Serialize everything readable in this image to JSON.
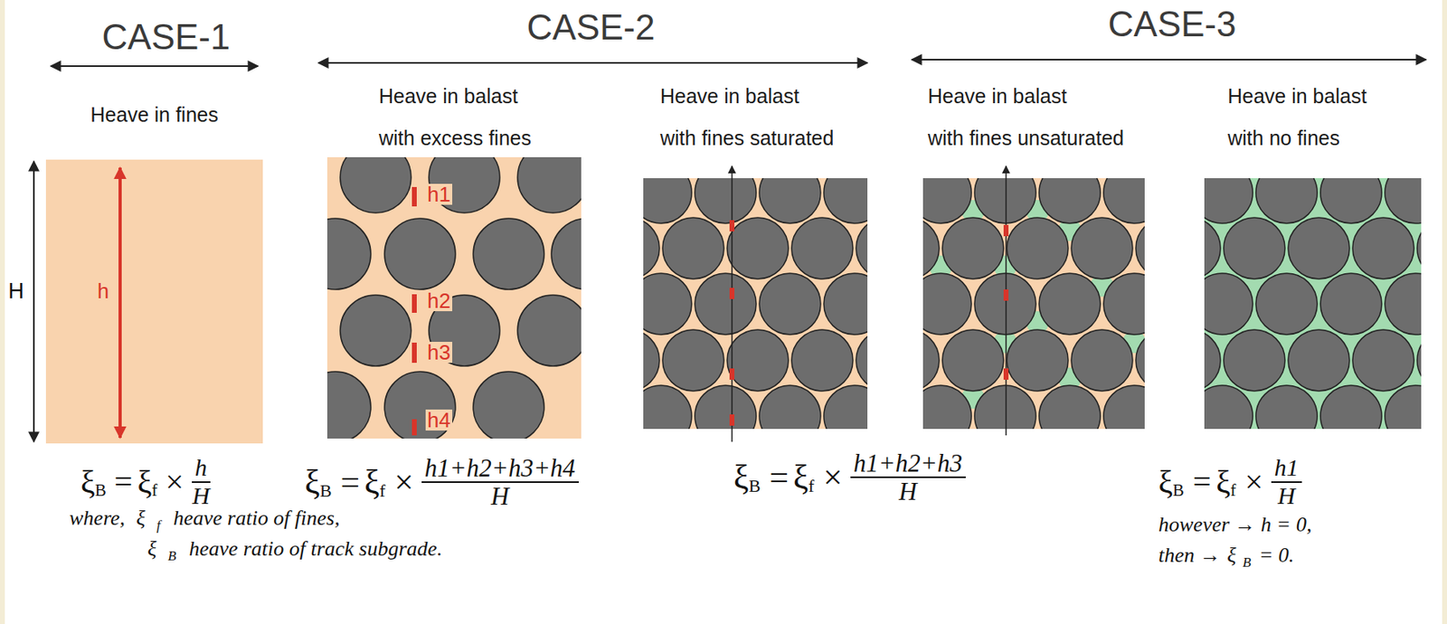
{
  "diagram": {
    "nodes": [
      {
        "text": [
          "Heave in fines"
        ]
      },
      {
        "text": [
          "Heave in balast",
          "with excess fines"
        ]
      },
      {
        "text": [
          "Heave in balast",
          "with fines saturated"
        ]
      },
      {
        "text": [
          "Heave in balast",
          "with fines unsaturated"
        ]
      },
      {
        "text": [
          "Heave in balast",
          "with no fines"
        ]
      }
    ],
    "labels": [
      "CASE-1",
      "CASE-2",
      "CASE-3",
      "H",
      "h",
      "h1",
      "h2",
      "h3",
      "h4",
      "ξ",
      "B",
      "=",
      "ξ",
      "f",
      "×",
      "h",
      "H",
      "where,",
      "ξ",
      "f",
      "heave ratio of fines,",
      "ξ",
      "B",
      "heave ratio of track subgrade.",
      "ξ",
      "B",
      "=",
      "ξ",
      "f",
      "×",
      "h1+h2+h3+h4",
      "H",
      "ξ",
      "B",
      "=",
      "ξ",
      "f",
      "×",
      "h1+h2+h3",
      "H",
      "ξ",
      "B",
      "=",
      "ξ",
      "f",
      "×",
      "h1",
      "H",
      "however → h = 0,",
      "then →",
      "ξ",
      "B",
      "= 0."
    ]
  }
}
